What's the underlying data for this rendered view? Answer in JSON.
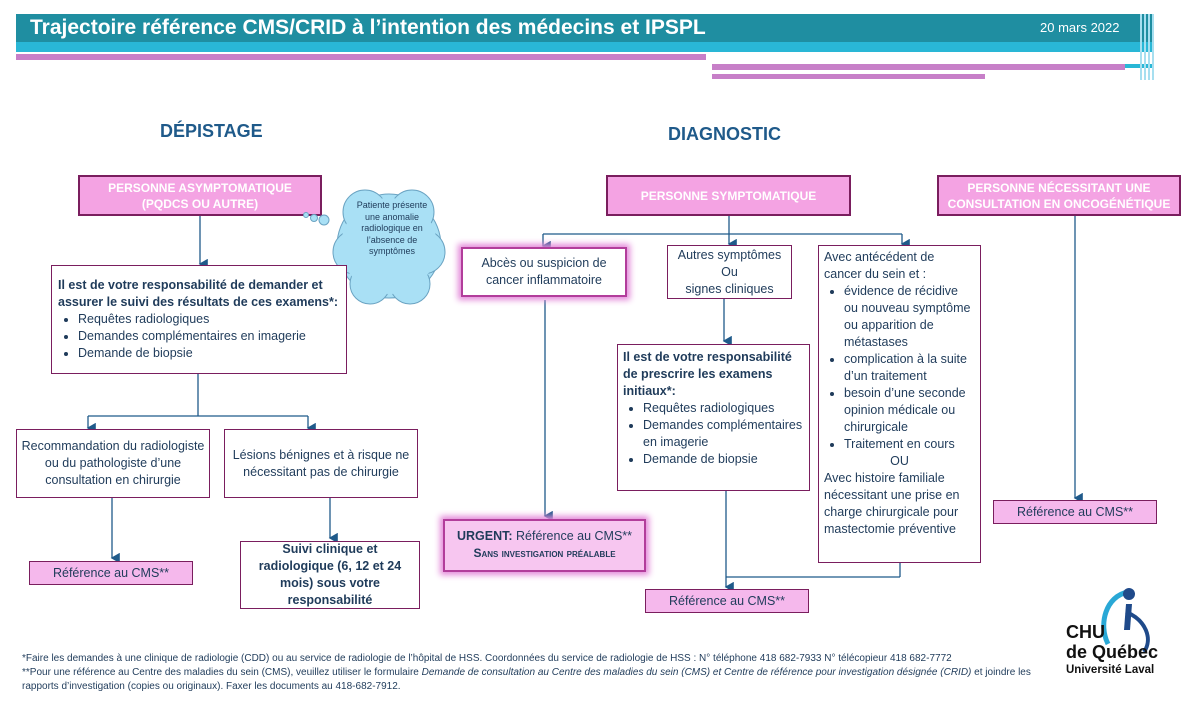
{
  "header": {
    "title": "Trajectoire référence CMS/CRID à l’intention des médecins et IPSPL",
    "date": "20 mars 2022"
  },
  "sections": {
    "depistage": "DÉPISTAGE",
    "diagnostic": "DIAGNOSTIC"
  },
  "depistage": {
    "start_box": "PERSONNE ASYMPTOMATIQUE (PQDCS OU AUTRE)",
    "cloud": "Patiente présente une anomalie radiologique en l’absence de symptômes",
    "responsibility_title": "Il est de votre responsabilité de demander et assurer le suivi des résultats de ces examens*:",
    "responsibility_items": [
      "Requêtes radiologiques",
      "Demandes complémentaires en imagerie",
      "Demande de biopsie"
    ],
    "recommendation": "Recommandation du radiologiste ou du pathologiste d’une consultation en chirurgie",
    "lesions": "Lésions bénignes et à risque ne nécessitant pas de chirurgie",
    "reference_cms": "Référence au CMS**",
    "suivi": "Suivi clinique et radiologique (6, 12 et 24 mois) sous votre responsabilité"
  },
  "diagnostic": {
    "start_box": "PERSONNE SYMPTOMATIQUE",
    "abces": "Abcès ou suspicion de cancer inflammatoire",
    "autres_line1": "Autres symptômes",
    "autres_line2": "Ou",
    "autres_line3": "signes cliniques",
    "prescribe_title": "Il est de votre responsabilité de prescrire les examens initiaux*:",
    "prescribe_items": [
      "Requêtes radiologiques",
      "Demandes complémentaires en imagerie",
      "Demande de biopsie"
    ],
    "antecedent_title": "Avec antécédent de cancer du sein et :",
    "antecedent_items": [
      "évidence de récidive ou nouveau symptôme ou apparition de métastases",
      "complication à la suite d’un traitement",
      "besoin d’une seconde opinion médicale ou chirurgicale",
      "Traitement en cours"
    ],
    "antecedent_ou": "OU",
    "antecedent_familial": "Avec histoire familiale nécessitant une prise en charge chirurgicale pour mastectomie préventive",
    "urgent_label": "URGENT:",
    "urgent_text": " Référence au CMS**",
    "urgent_sub": "Sans investigation préalable",
    "reference_cms": "Référence au CMS**"
  },
  "oncogenetique": {
    "start_box": "PERSONNE NÉCESSITANT UNE CONSULTATION EN ONCOGÉNÉTIQUE",
    "reference_cms": "Référence au CMS**"
  },
  "footer": {
    "note1": "*Faire les demandes à une clinique de radiologie (CDD) ou au service de radiologie de l’hôpital de HSS. Coordonnées du service de radiologie de HSS : N° téléphone 418 682-7933 N° télécopieur 418 682-7772",
    "note2_a": "**Pour une référence au Centre des maladies du sein (CMS), veuillez utiliser le formulaire ",
    "note2_b": "Demande de consultation au Centre des maladies du sein (CMS) et Centre de référence pour investigation désignée (CRID)",
    "note2_c": " et joindre les rapports d’investigation (copies ou originaux). Faxer les documents au 418-682-7912."
  },
  "logo": {
    "line1": "CHU",
    "line2": "de Québec",
    "line3": "Université Laval"
  }
}
